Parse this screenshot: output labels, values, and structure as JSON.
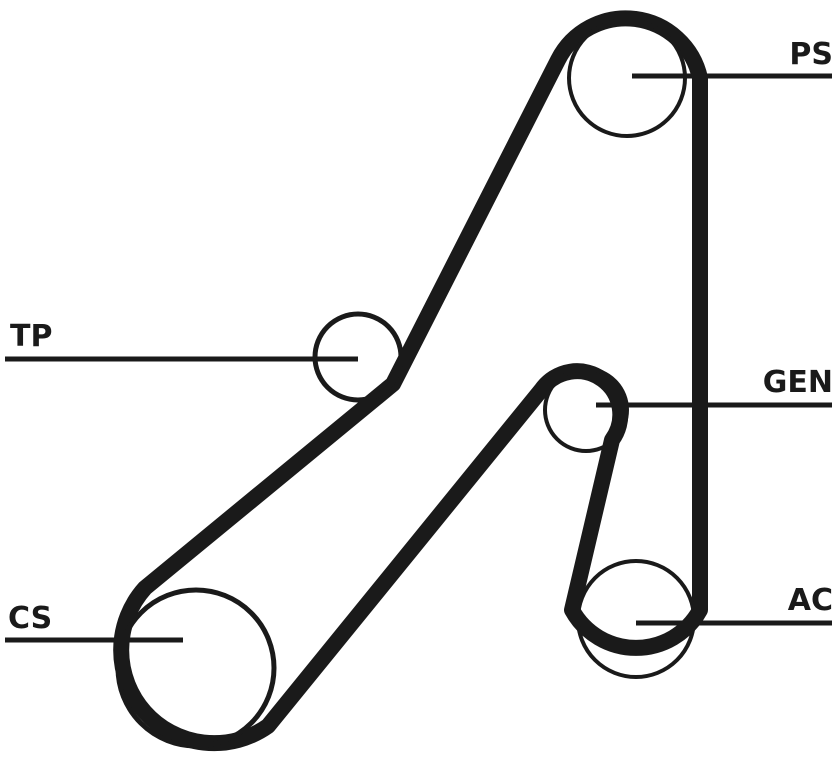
{
  "labels": {
    "ps": "PS",
    "tp": "TP",
    "gen": "GEN",
    "cs": "CS",
    "ac": "AC"
  },
  "colors": {
    "ink": "#1a1a1a",
    "background": "#ffffff"
  }
}
